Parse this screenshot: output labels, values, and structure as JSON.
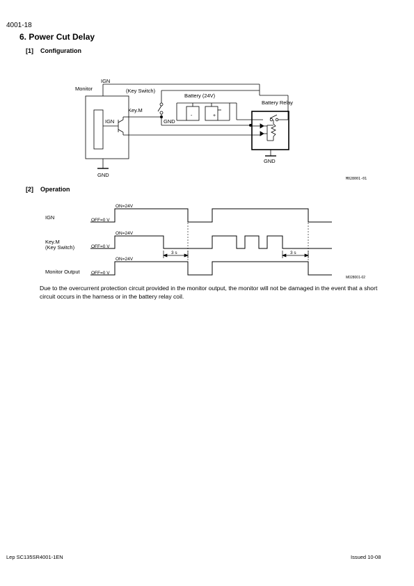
{
  "header": {
    "page_number": "4001-18"
  },
  "section": {
    "title": "6. Power Cut Delay"
  },
  "configuration": {
    "num": "[1]",
    "title": "Configuration",
    "labels": {
      "ign_top": "IGN",
      "monitor": "Monitor",
      "key_switch": "(Key Switch)",
      "battery": "Battery (24V)",
      "battery_relay": "Battery Relay",
      "key_m": "Key.M",
      "ign_inner": "IGN",
      "gnd_mid": "GND",
      "gnd_relay": "GND",
      "gnd_monitor": "GND",
      "minus": "-",
      "plus": "+",
      "figure_code": "M028001-01"
    }
  },
  "operation": {
    "num": "[2]",
    "title": "Operation",
    "signals": [
      {
        "label": "IGN",
        "on": "ON=24V",
        "off": "OFF=0 V"
      },
      {
        "label": "Key.M",
        "sublabel": "(Key Switch)",
        "on": "ON=24V",
        "off": "OFF=0 V"
      },
      {
        "label": "Monitor Output",
        "on": "ON=24V",
        "off": "OFF=0 V"
      }
    ],
    "delay_1": "3 s",
    "delay_2": "3 s",
    "figure_code": "M028001-02"
  },
  "description": "Due to the overcurrent protection circuit provided in the monitor output, the monitor will not be damaged in the event that a short circuit occurs in the harness or in the battery relay coil.",
  "footer": {
    "left": "Lep SC135SR4001-1EN",
    "right": "Issued 10-08"
  }
}
